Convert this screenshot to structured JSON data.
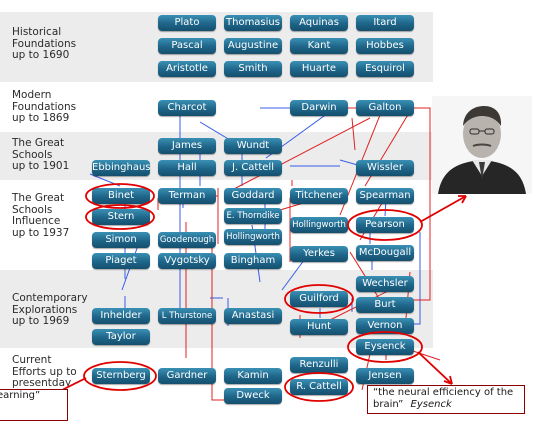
{
  "eras": {
    "historical": "Historical\nFoundations\nup to 1690",
    "modern": "Modern\nFoundations\nup to 1869",
    "great_schools": "The Great\nSchools\nup to 1901",
    "influence": "The Great\nSchools\nInfluence\nup to 1937",
    "contemporary": "Contemporary\nExplorations\nup to 1969",
    "current": "Current\nEfforts up to\npresentday"
  },
  "nodes": {
    "plato": "Plato",
    "thomasius": "Thomasius",
    "aquinas": "Aquinas",
    "itard": "Itard",
    "pascal": "Pascal",
    "augustine": "Augustine",
    "kant": "Kant",
    "hobbes": "Hobbes",
    "aristotle": "Aristotle",
    "smith": "Smith",
    "huarte": "Huarte",
    "esquirol": "Esquirol",
    "charcot": "Charcot",
    "darwin": "Darwin",
    "galton": "Galton",
    "james": "James",
    "wundt": "Wundt",
    "ebbinghaus": "Ebbinghaus",
    "hall": "Hall",
    "cattell_j": "J. Cattell",
    "wissler": "Wissler",
    "binet": "Binet",
    "terman": "Terman",
    "goddard": "Goddard",
    "titchener": "Titchener",
    "spearman": "Spearman",
    "stern": "Stern",
    "thorndike": "E. Thorndike",
    "hollingworth_h": "Hollingworth",
    "hollingworth_l": "Hollingworth",
    "pearson": "Pearson",
    "simon": "Simon",
    "goodenough": "Goodenough",
    "yerkes": "Yerkes",
    "mcdougall": "McDougall",
    "piaget": "Piaget",
    "vygotsky": "Vygotsky",
    "bingham": "Bingham",
    "wechsler": "Wechsler",
    "guilford": "Guilford",
    "burt": "Burt",
    "inhelder": "Inhelder",
    "thurstone": "L Thurstone",
    "anastasi": "Anastasi",
    "hunt": "Hunt",
    "vernon": "Vernon",
    "taylor": "Taylor",
    "eysenck": "Eysenck",
    "renzulli": "Renzulli",
    "sternberg": "Sternberg",
    "gardner": "Gardner",
    "kamin": "Kamin",
    "cattell_r": "R. Cattell",
    "jensen": "Jensen",
    "dweck": "Dweck"
  },
  "notes": {
    "left": "earning”",
    "eysenck_quote": "“the neural efficiency of the brain”",
    "eysenck_attr": "Eysenck"
  },
  "colors": {
    "node": "#1e6589",
    "link_blue": "#3a5ee8",
    "link_red": "#e02020",
    "highlight": "#e00000",
    "band": "#ececec"
  }
}
